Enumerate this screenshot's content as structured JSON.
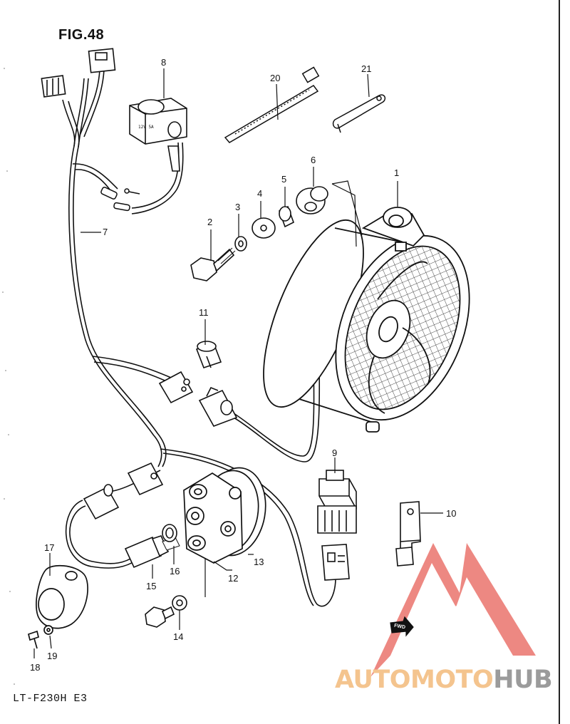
{
  "figure": {
    "title": "FIG.48",
    "model": "LT-F230H E3"
  },
  "callouts": [
    {
      "id": "1",
      "label": "1"
    },
    {
      "id": "2",
      "label": "2"
    },
    {
      "id": "3",
      "label": "3"
    },
    {
      "id": "4",
      "label": "4"
    },
    {
      "id": "5",
      "label": "5"
    },
    {
      "id": "6",
      "label": "6"
    },
    {
      "id": "7",
      "label": "7"
    },
    {
      "id": "8",
      "label": "8"
    },
    {
      "id": "9",
      "label": "9"
    },
    {
      "id": "10",
      "label": "10"
    },
    {
      "id": "11",
      "label": "11"
    },
    {
      "id": "12",
      "label": "12"
    },
    {
      "id": "13",
      "label": "13"
    },
    {
      "id": "14",
      "label": "14"
    },
    {
      "id": "15",
      "label": "15"
    },
    {
      "id": "16",
      "label": "16"
    },
    {
      "id": "17",
      "label": "17"
    },
    {
      "id": "18",
      "label": "18"
    },
    {
      "id": "19",
      "label": "19"
    },
    {
      "id": "20",
      "label": "20"
    },
    {
      "id": "21",
      "label": "21"
    }
  ],
  "badge": {
    "fwd": "FWD"
  },
  "watermark": {
    "part1": "AUTOMOTO",
    "part2": "HUB",
    "accent": "#e33b35",
    "accent_light": "#f4c48e",
    "gray": "#9b9b9b"
  }
}
